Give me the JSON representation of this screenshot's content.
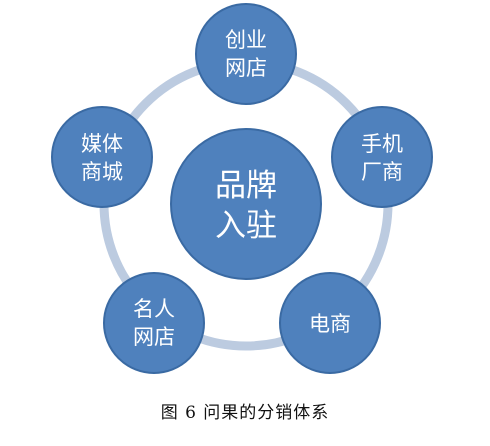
{
  "colors": {
    "circle_fill": "#4f81bd",
    "circle_stroke": "#3a6aa3",
    "ring": "#bccbe0",
    "text": "#ffffff"
  },
  "center": {
    "lines": [
      "品牌",
      "入驻"
    ]
  },
  "nodes": [
    {
      "id": "chuangye-wangdian",
      "lines": [
        "创业",
        "网店"
      ]
    },
    {
      "id": "shouji-changshang",
      "lines": [
        "手机",
        "厂商"
      ]
    },
    {
      "id": "dianshang",
      "lines": [
        "电商"
      ]
    },
    {
      "id": "mingren-wangdian",
      "lines": [
        "名人",
        "网店"
      ]
    },
    {
      "id": "meiti-shangcheng",
      "lines": [
        "媒体",
        "商城"
      ]
    }
  ],
  "caption": "图 6  问果的分销体系"
}
